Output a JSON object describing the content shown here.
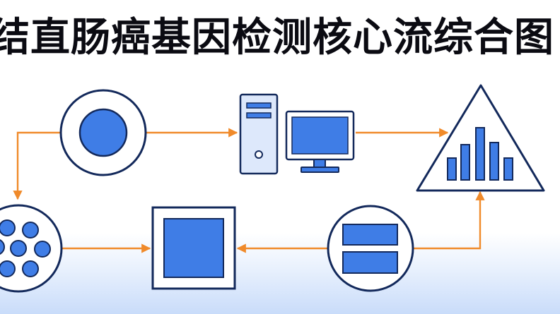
{
  "title": "结直肠癌基因检测核心流综合图",
  "colors": {
    "stroke": "#13295b",
    "fill": "#3f7de6",
    "arrow": "#f08a2a",
    "background": "#ffffff"
  },
  "nodes": [
    {
      "id": "sample-circle",
      "shape": "circle-with-dot"
    },
    {
      "id": "computer-workstation",
      "shape": "tower-and-monitor"
    },
    {
      "id": "analysis-triangle",
      "shape": "triangle-with-bar-chart"
    },
    {
      "id": "cell-cluster",
      "shape": "circle-with-cells"
    },
    {
      "id": "central-square",
      "shape": "framed-square"
    },
    {
      "id": "stacked-blocks",
      "shape": "circle-with-two-bars"
    }
  ],
  "edges": [
    {
      "from": "sample-circle",
      "to": "computer-workstation"
    },
    {
      "from": "computer-workstation",
      "to": "analysis-triangle"
    },
    {
      "from": "sample-circle",
      "to": "cell-cluster"
    },
    {
      "from": "cell-cluster",
      "to": "central-square"
    },
    {
      "from": "stacked-blocks",
      "to": "central-square"
    },
    {
      "from": "stacked-blocks",
      "to": "analysis-triangle"
    }
  ]
}
